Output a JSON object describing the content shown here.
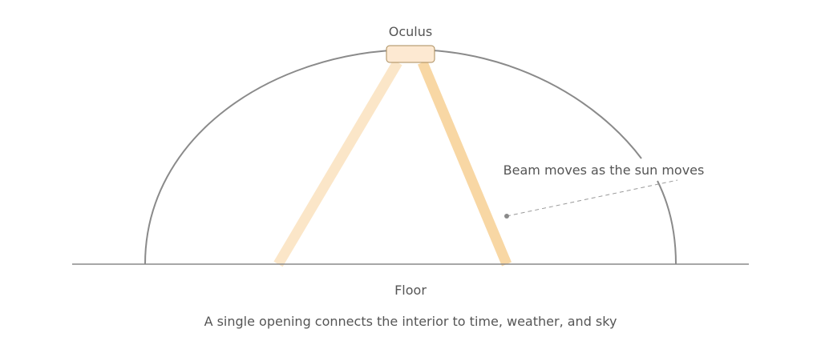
{
  "labels": {
    "oculus": "Oculus",
    "beam_note": "Beam moves as the sun moves",
    "floor": "Floor",
    "caption": "A single opening connects the interior to time, weather, and sky"
  },
  "colors": {
    "dome": "#8a8a8a",
    "floor": "#8a8a8a",
    "beam_faint": "#fbe6c8",
    "beam_strong": "#f8d7a4",
    "oculus_fill": "#fde9d2",
    "oculus_stroke": "#a88a5a",
    "leader": "#999999",
    "text": "#555555"
  }
}
